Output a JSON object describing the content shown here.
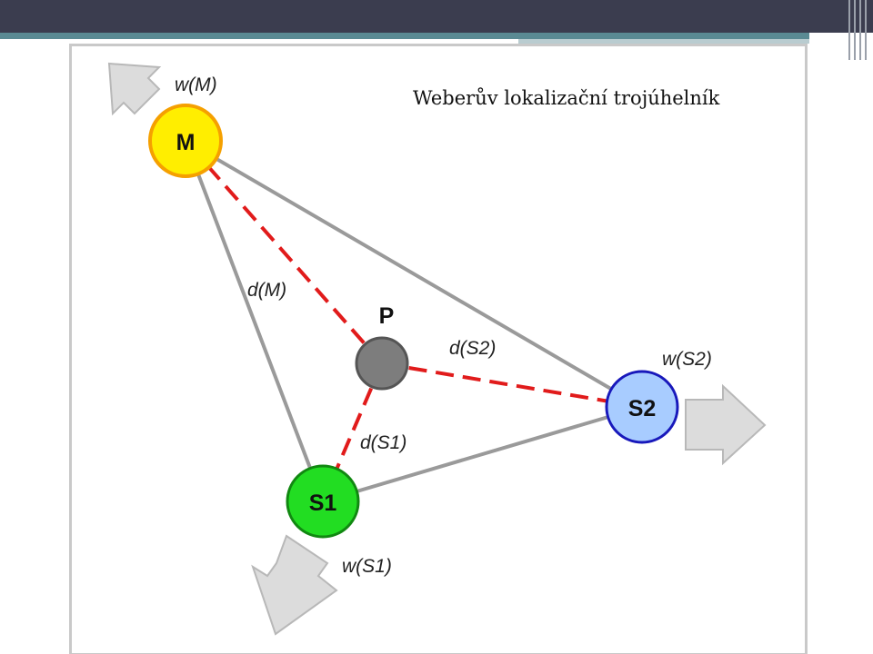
{
  "caption": "Weberův lokalizační trojúhelník",
  "nodes": {
    "m": "M",
    "s1": "S1",
    "s2": "S2",
    "p": "P"
  },
  "weight_labels": {
    "m": "w(M)",
    "s1": "w(S1)",
    "s2": "w(S2)"
  },
  "distance_labels": {
    "m": "d(M)",
    "s1": "d(S1)",
    "s2": "d(S2)"
  },
  "colors": {
    "node_m_fill": "#ffee00",
    "node_m_stroke": "#f5a000",
    "node_s1_fill": "#22dd22",
    "node_s1_stroke": "#118811",
    "node_s2_fill": "#a8ccff",
    "node_s2_stroke": "#1818bb",
    "node_p_fill": "#7d7d7d",
    "triangle_edge": "#9a9a9a",
    "distance_line": "#e11b1b",
    "weight_arrow": "#dcdcdc"
  }
}
